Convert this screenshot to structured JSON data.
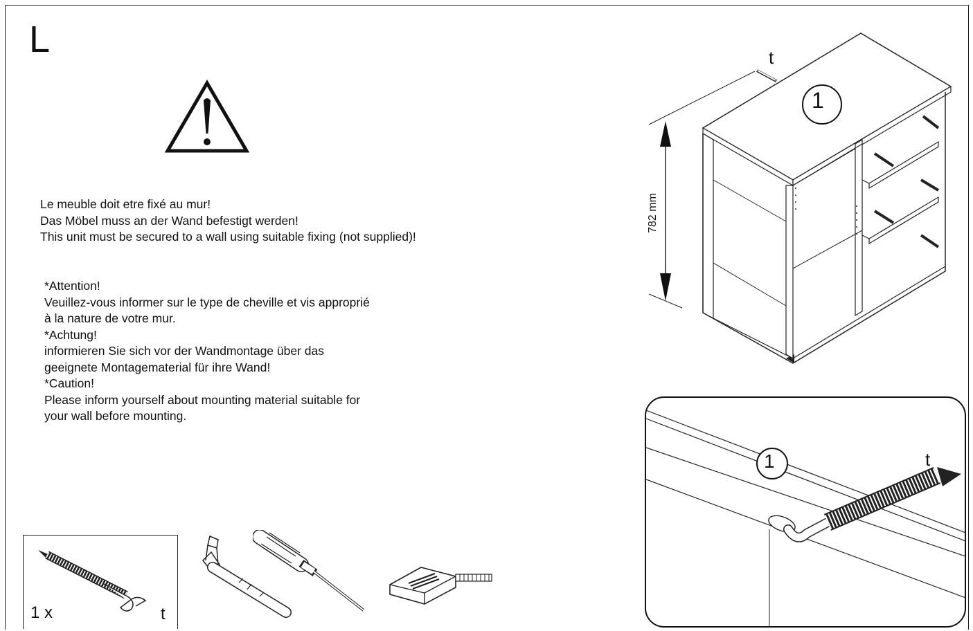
{
  "step": {
    "letter": "L"
  },
  "wall_note": {
    "lines": [
      "Le meuble doit etre fixé au mur!",
      "Das Möbel muss an der Wand befestigt werden!",
      "This unit must be secured to a wall using suitable fixing (not supplied)!"
    ]
  },
  "caution_note": {
    "lines": [
      "*Attention!",
      "Veuillez-vous informer sur le type de cheville et vis approprié",
      "à la nature de votre mur.",
      "*Achtung!",
      "informieren Sie sich vor der Wandmontage über das",
      "geeignete Montagematerial für ihre Wand!",
      "*Caution!",
      "Please inform yourself about mounting material suitable for",
      "your wall before mounting."
    ]
  },
  "parts": {
    "quantity": "1 x",
    "part_letter": "t"
  },
  "cabinet": {
    "height_label": "782 mm",
    "part_number": "1",
    "part_letter": "t"
  },
  "detail": {
    "part_number": "1",
    "part_letter": "t"
  },
  "icons": [
    "warning-triangle-icon",
    "hammer-icon",
    "screwdriver-icon",
    "tape-measure-icon",
    "lag-screw-icon"
  ]
}
